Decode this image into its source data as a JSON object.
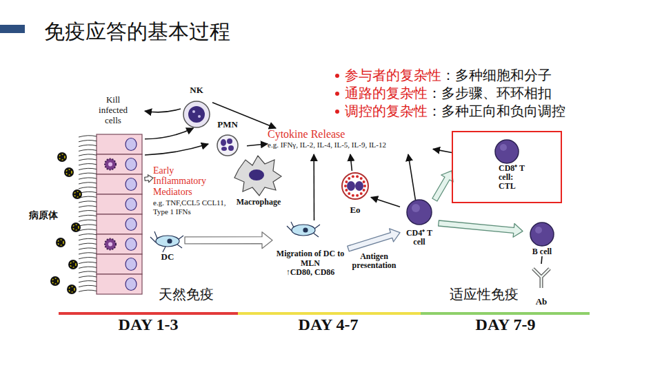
{
  "diagram": {
    "title": "免疫应答的基本过程",
    "nodes": [
      {
        "text": [
          "Kill infected cells"
        ]
      },
      {
        "text": [
          "NK"
        ]
      },
      {
        "text": [
          "PMN"
        ]
      },
      {
        "text": [
          "Cytokine Release",
          "e.g. IFNγ, IL-2, IL-4, IL-5, IL-9, IL-12"
        ]
      },
      {
        "text": [
          "Early Inflammatory Mediators",
          "e.g. TNF,CCL5 CCL11, Type 1 IFNs"
        ]
      },
      {
        "text": [
          "Macrophage"
        ]
      },
      {
        "text": [
          "CD8⁺ T cell: CTL"
        ]
      },
      {
        "text": [
          "Eo"
        ]
      },
      {
        "text": [
          "CD4⁺ T cell"
        ]
      },
      {
        "text": [
          "DC"
        ]
      },
      {
        "text": [
          "Migration of DC to MLN",
          "↑CD80, CD86"
        ]
      },
      {
        "text": [
          "B cell"
        ]
      },
      {
        "text": [
          "Ab"
        ]
      }
    ],
    "edges": [
      {
        "from": 1,
        "to": 0,
        "arrow": "to"
      },
      {
        "from": 0,
        "to": 1,
        "arrow": "to"
      },
      {
        "from": 0,
        "to": 2,
        "arrow": "to"
      },
      {
        "from": 1,
        "to": 3,
        "arrow": "to"
      },
      {
        "from": 2,
        "to": 3,
        "arrow": "to"
      },
      {
        "from": 0,
        "to": 4,
        "arrow": "to"
      },
      {
        "from": 10,
        "to": 3,
        "arrow": "to"
      },
      {
        "from": 7,
        "to": 3,
        "arrow": "to"
      },
      {
        "from": 6,
        "to": 3,
        "arrow": "to"
      },
      {
        "from": 8,
        "to": 7,
        "arrow": "to"
      },
      {
        "from": 8,
        "to": 3,
        "arrow": "to"
      },
      {
        "from": 8,
        "to": 6,
        "arrow": "to"
      },
      {
        "from": 8,
        "to": 11,
        "arrow": "to"
      },
      {
        "from": 9,
        "to": 10,
        "arrow": "to"
      },
      {
        "from": 10,
        "to": 8,
        "label": "Antigen presentation",
        "arrow": "to"
      },
      {
        "from": 11,
        "to": 12,
        "arrow": "none"
      }
    ],
    "labels": [
      "病原体",
      "参与者的复杂性",
      "：多种细胞和分子",
      "通路的复杂性",
      "：多步骤、环环相扣",
      "调控的复杂性",
      "：多种正向和负向调控",
      "天然免疫",
      "适应性免疫",
      "DAY 1-3",
      "DAY 4-7",
      "DAY 7-9"
    ]
  }
}
